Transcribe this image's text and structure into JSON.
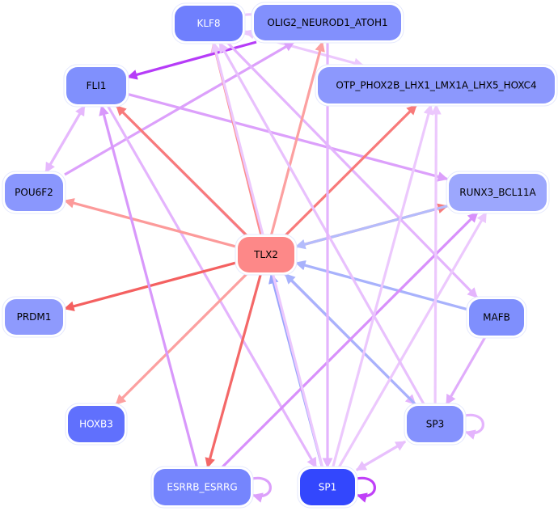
{
  "diagram": {
    "type": "gene-regulatory-network",
    "nodes": [
      {
        "id": "KLF8",
        "label": "KLF8",
        "fill": "#6f7ffd",
        "text_color": "#ffffff"
      },
      {
        "id": "OLIG2",
        "label": "OLIG2_NEUROD1_ATOH1",
        "fill": "#8290fd",
        "text_color": "#000000"
      },
      {
        "id": "OTP",
        "label": "OTP_PHOX2B_LHX1_LMX1A_LHX5_HOXC4",
        "fill": "#8c98fd",
        "text_color": "#000000"
      },
      {
        "id": "FLI1",
        "label": "FLI1",
        "fill": "#8090fd",
        "text_color": "#000000"
      },
      {
        "id": "POU6F2",
        "label": "POU6F2",
        "fill": "#8a97fd",
        "text_color": "#000000"
      },
      {
        "id": "RUNX3",
        "label": "RUNX3_BCL11A",
        "fill": "#9ca7fd",
        "text_color": "#000000"
      },
      {
        "id": "TLX2",
        "label": "TLX2",
        "fill": "#fd8888",
        "text_color": "#000000"
      },
      {
        "id": "PRDM1",
        "label": "PRDM1",
        "fill": "#8e9afd",
        "text_color": "#000000"
      },
      {
        "id": "MAFB",
        "label": "MAFB",
        "fill": "#7f8ffd",
        "text_color": "#000000"
      },
      {
        "id": "HOXB3",
        "label": "HOXB3",
        "fill": "#6070fd",
        "text_color": "#ffffff"
      },
      {
        "id": "SP3",
        "label": "SP3",
        "fill": "#8592fd",
        "text_color": "#000000"
      },
      {
        "id": "ESRRB",
        "label": "ESRRB_ESRRG",
        "fill": "#7585fd",
        "text_color": "#ffffff"
      },
      {
        "id": "SP1",
        "label": "SP1",
        "fill": "#3347fd",
        "text_color": "#ffffff"
      }
    ],
    "edges": [
      {
        "from": "OLIG2",
        "to": "FLI1",
        "color": "#b63cf8"
      },
      {
        "from": "KLF8",
        "to": "OTP",
        "color": "#ecc8fd"
      },
      {
        "from": "FLI1",
        "to": "POU6F2",
        "color": "#e6b8fd"
      },
      {
        "from": "POU6F2",
        "to": "FLI1",
        "color": "#e6b8fd"
      },
      {
        "from": "POU6F2",
        "to": "OLIG2",
        "color": "#dca0fb"
      },
      {
        "from": "FLI1",
        "to": "RUNX3",
        "color": "#dca0fb"
      },
      {
        "from": "FLI1",
        "to": "SP1",
        "color": "#e4b4fd"
      },
      {
        "from": "FLI1",
        "to": "SP3",
        "color": "#e4b4fd"
      },
      {
        "from": "KLF8",
        "to": "MAFB",
        "color": "#e4b4fd"
      },
      {
        "from": "TLX2",
        "to": "FLI1",
        "color": "#f87a7a"
      },
      {
        "from": "TLX2",
        "to": "KLF8",
        "color": "#fc8c8c"
      },
      {
        "from": "TLX2",
        "to": "OLIG2",
        "color": "#fca0a0"
      },
      {
        "from": "TLX2",
        "to": "OTP",
        "color": "#f87a7a"
      },
      {
        "from": "TLX2",
        "to": "POU6F2",
        "color": "#fc9a9a"
      },
      {
        "from": "TLX2",
        "to": "RUNX3",
        "color": "#f87a7a"
      },
      {
        "from": "TLX2",
        "to": "PRDM1",
        "color": "#f46060"
      },
      {
        "from": "TLX2",
        "to": "HOXB3",
        "color": "#fca0a0"
      },
      {
        "from": "TLX2",
        "to": "ESRRB",
        "color": "#f46868"
      },
      {
        "from": "RUNX3",
        "to": "TLX2",
        "color": "#b4bcfc"
      },
      {
        "from": "MAFB",
        "to": "TLX2",
        "color": "#a8b2fc"
      },
      {
        "from": "SP3",
        "to": "TLX2",
        "color": "#a8b2fc"
      },
      {
        "from": "SP1",
        "to": "TLX2",
        "color": "#98a4fc"
      },
      {
        "from": "ESRRB",
        "to": "FLI1",
        "color": "#d898fb"
      },
      {
        "from": "ESRRB",
        "to": "RUNX3",
        "color": "#d890fb"
      },
      {
        "from": "SP1",
        "to": "KLF8",
        "color": "#ecc8fd"
      },
      {
        "from": "SP1",
        "to": "OTP",
        "color": "#ecc8fd"
      },
      {
        "from": "SP1",
        "to": "RUNX3",
        "color": "#ecc8fd"
      },
      {
        "from": "SP3",
        "to": "OTP",
        "color": "#ecc8fd"
      },
      {
        "from": "SP3",
        "to": "KLF8",
        "color": "#e8c0fd"
      },
      {
        "from": "MAFB",
        "to": "SP3",
        "color": "#e0acfb"
      },
      {
        "from": "SP1",
        "to": "SP3",
        "color": "#e8c0fd"
      },
      {
        "from": "SP3",
        "to": "SP1",
        "color": "#e8c0fd"
      },
      {
        "from": "OLIG2",
        "to": "SP1",
        "color": "#e4b4fd"
      },
      {
        "from": "KLF8",
        "to": "KLF8",
        "color": "#ecc8fd",
        "self_loop": true
      },
      {
        "from": "SP3",
        "to": "SP3",
        "color": "#e4b4fd",
        "self_loop": true
      },
      {
        "from": "ESRRB",
        "to": "ESRRB",
        "color": "#dca0fb",
        "self_loop": true
      },
      {
        "from": "SP1",
        "to": "SP1",
        "color": "#c040f8",
        "self_loop": true
      }
    ]
  }
}
